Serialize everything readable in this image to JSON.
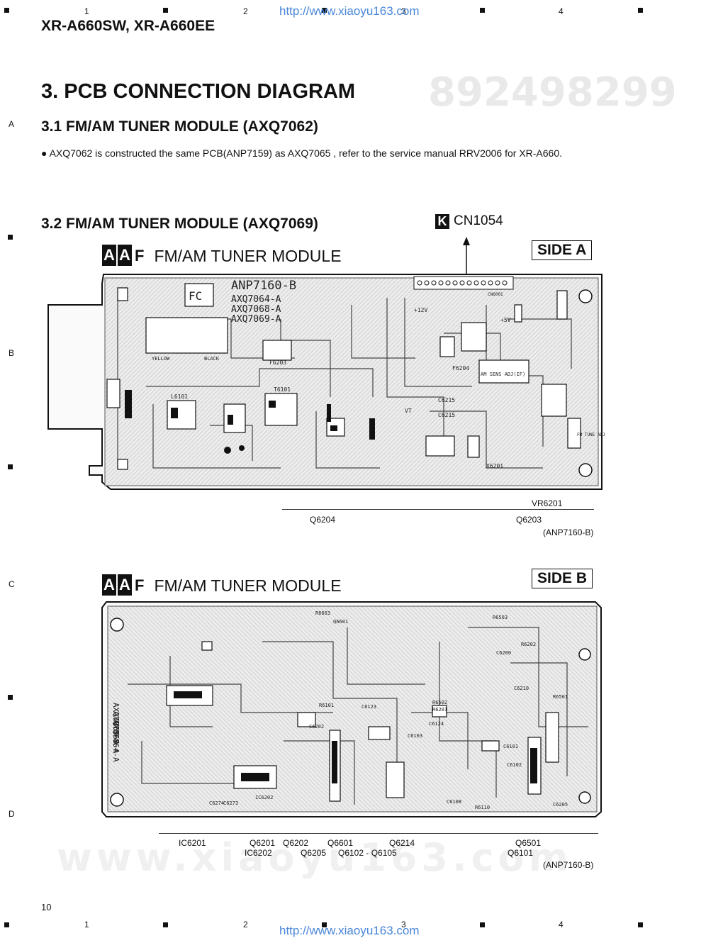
{
  "header": {
    "url_top": "http://www.xiaoyu163.com",
    "url_bottom": "http://www.xiaoyu163.com",
    "model": "XR-A660SW, XR-A660EE",
    "columns": [
      "1",
      "2",
      "3",
      "4"
    ],
    "rows": [
      "A",
      "B",
      "C",
      "D"
    ]
  },
  "watermark": {
    "number": "892498299",
    "site": "www.xiaoyu163.com"
  },
  "section": {
    "title": "3. PCB CONNECTION DIAGRAM",
    "sub1": "3.1 FM/AM TUNER MODULE (AXQ7062)",
    "note": "● AXQ7062 is constructed the same PCB(ANP7159) as AXQ7065 , refer to the service manual RRV2006 for XR-A660.",
    "sub2": "3.2 FM/AM TUNER MODULE (AXQ7069)"
  },
  "diagram_a": {
    "code_a1": "A",
    "code_a2": "A",
    "code_f": "F",
    "title": "FM/AM TUNER MODULE",
    "side": "SIDE A",
    "connector_code": "K",
    "connector": "CN1054",
    "board_id": "ANP7160-B",
    "board_variants": [
      "AXQ7064-A",
      "AXQ7068-A",
      "AXQ7069-A"
    ],
    "labels": {
      "vr6201": "VR6201",
      "q6204": "Q6204",
      "q6203": "Q6203",
      "board_ref": "(ANP7160-B)"
    },
    "board_marks": [
      "FC",
      "F6203",
      "F6204",
      "T6101",
      "L6101",
      "VT",
      "C6215",
      "C6215",
      "X6201",
      "FM TUNE ADJ",
      "AM SENS ADJ(IF)",
      "YELLOW",
      "BLACK",
      "+12V",
      "+5V",
      "CN6001"
    ]
  },
  "diagram_b": {
    "code_a1": "A",
    "code_a2": "A",
    "code_f": "F",
    "title": "FM/AM TUNER MODULE",
    "side": "SIDE B",
    "board_variants": [
      "AXQ7064-A",
      "AXQ7068-A",
      "AXQ7069-A"
    ],
    "labels": {
      "ic6201": "IC6201",
      "q6201": "Q6201",
      "q6202": "Q6202",
      "q6601": "Q6601",
      "q6214": "Q6214",
      "q6501": "Q6501",
      "ic6202": "IC6202",
      "q6205": "Q6205",
      "q6102_q6105": "Q6102 - Q6105",
      "q6101": "Q6101",
      "board_ref": "(ANP7160-B)"
    },
    "board_marks": [
      "R6603",
      "Q6601",
      "R6503",
      "C6200",
      "C6210",
      "R6501",
      "C6205",
      "C6101",
      "C6102",
      "R6202",
      "R6201",
      "R6502",
      "C6124",
      "IC6202",
      "C6273",
      "C6274",
      "R6101",
      "C6103",
      "R6110",
      "C6108",
      "C6123",
      "C6202"
    ]
  },
  "footer": {
    "page": "10"
  }
}
